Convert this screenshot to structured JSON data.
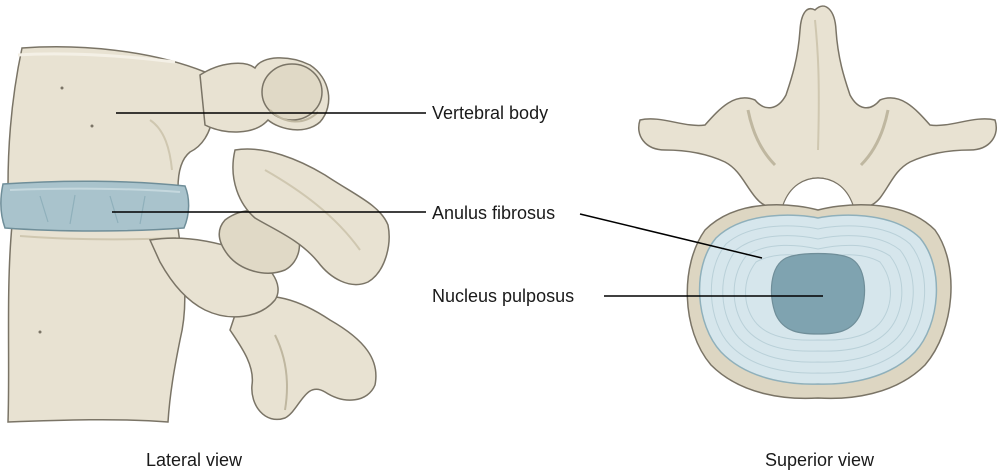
{
  "labels": {
    "vertebral_body": "Vertebral body",
    "anulus_fibrosus": "Anulus fibrosus",
    "nucleus_pulposus": "Nucleus pulposus",
    "lateral_view": "Lateral view",
    "superior_view": "Superior view"
  },
  "colors": {
    "bone_fill": "#e8e2d2",
    "bone_shadow": "#cfc7b0",
    "bone_outline": "#7a7466",
    "disc_fill": "#a9c3cc",
    "disc_dark": "#8fb0bb",
    "anulus_fill": "#d6e6ec",
    "nucleus_fill": "#7fa3b0",
    "leader_line": "#000000"
  }
}
